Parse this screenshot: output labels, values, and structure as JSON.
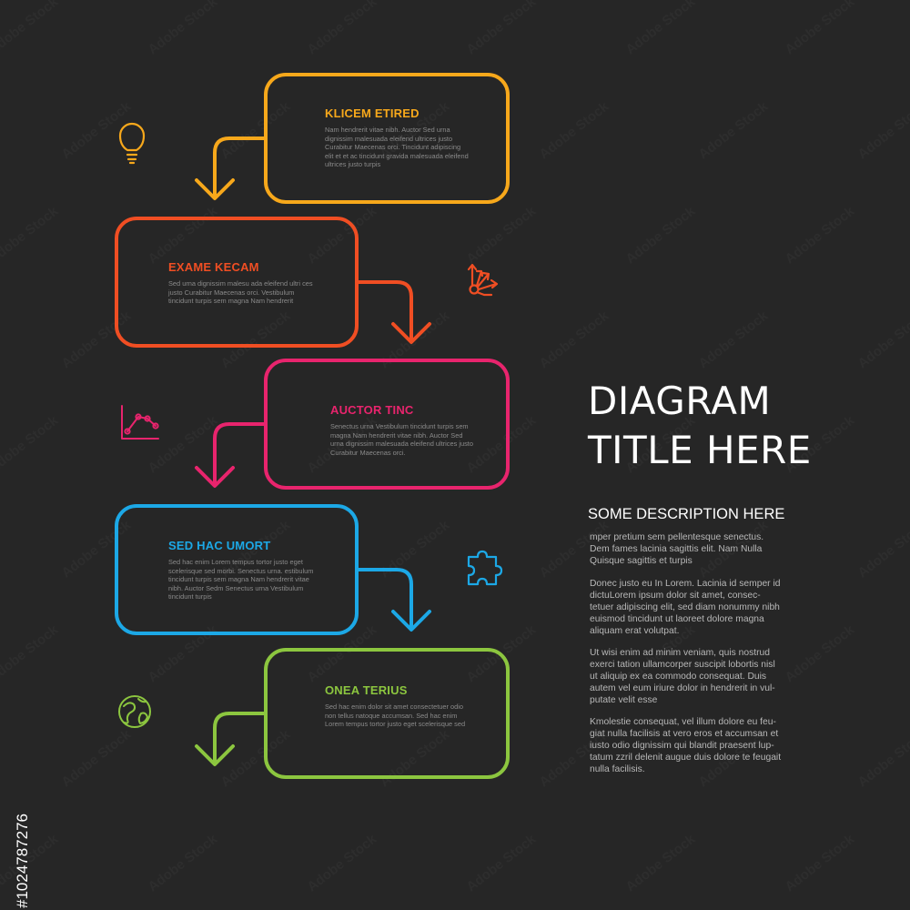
{
  "background": "#262626",
  "steps": [
    {
      "title": "KLICEM ETIRED",
      "body": "Nam hendrerit vitae nibh. Auctor Sed urna dignissim malesuada eleifend ultrices justo Curabitur Maecenas orci. Tincidunt adipiscing elit et et ac tincidunt gravida malesuada eleifend ultrices justo turpis",
      "color": "#f7a81b",
      "icon": "lightbulb-icon"
    },
    {
      "title": "EXAME KECAM",
      "body": "Sed urna dignissim malesu ada eleifend ultri ces justo Curabitur Maecenas orci. Vestibulum tincidunt turpis sem magna Nam hendrerit",
      "color": "#f04e23",
      "icon": "split-arrows-icon"
    },
    {
      "title": "AUCTOR TINC",
      "body": "Senectus urna Vestibulum tincidunt turpis sem magna Nam hendrerit vitae nibh. Auctor Sed urna dignissim malesuada eleifend ultrices justo Curabitur Maecenas orci.",
      "color": "#e8246d",
      "icon": "line-chart-icon"
    },
    {
      "title": "SED HAC UMORT",
      "body": "Sed hac enim Lorem tempus tortor justo eget scelerisque sed morbi. Senectus urna. estibulum tincidunt turpis sem magna Nam hendrerit vitae nibh. Auctor Sedm Senectus urna Vestibulum tincidunt turpis",
      "color": "#1ca8e6",
      "icon": "puzzle-icon"
    },
    {
      "title": "ONEA TERIUS",
      "body": "Sed hac enim dolor sit amet consectetuer odio non tellus natoque accumsan. Sed hac enim Lorem tempus tortor justo eget scelerisque sed",
      "color": "#8cc63f",
      "icon": "globe-icon"
    }
  ],
  "main_title": "DIAGRAM\nTITLE HERE",
  "description_heading": "SOME DESCRIPTION HERE",
  "paragraphs": [
    "mper pretium sem pellentesque senectus.\nDem fames lacinia sagittis elit. Nam Nulla\nQuisque sagittis et turpis",
    "Donec justo eu In Lorem. Lacinia id semper id\ndictuLorem ipsum dolor sit amet, consec-\ntetuer adipiscing elit, sed diam nonummy nibh\neuismod tincidunt ut laoreet dolore magna\naliquam erat volutpat.",
    "Ut wisi enim ad minim veniam, quis nostrud\nexerci tation ullamcorper suscipit lobortis nisl\nut aliquip ex ea commodo consequat. Duis\nautem vel eum iriure dolor in hendrerit in vul-\nputate velit esse",
    "Kmolestie consequat, vel illum dolore eu feu-\ngiat nulla facilisis at vero eros et accumsan et\niusto odio dignissim qui blandit praesent lup-\ntatum zzril delenit augue duis dolore te feugait\nnulla facilisis."
  ],
  "stock_id": "#1024787276",
  "watermark": "Adobe Stock"
}
